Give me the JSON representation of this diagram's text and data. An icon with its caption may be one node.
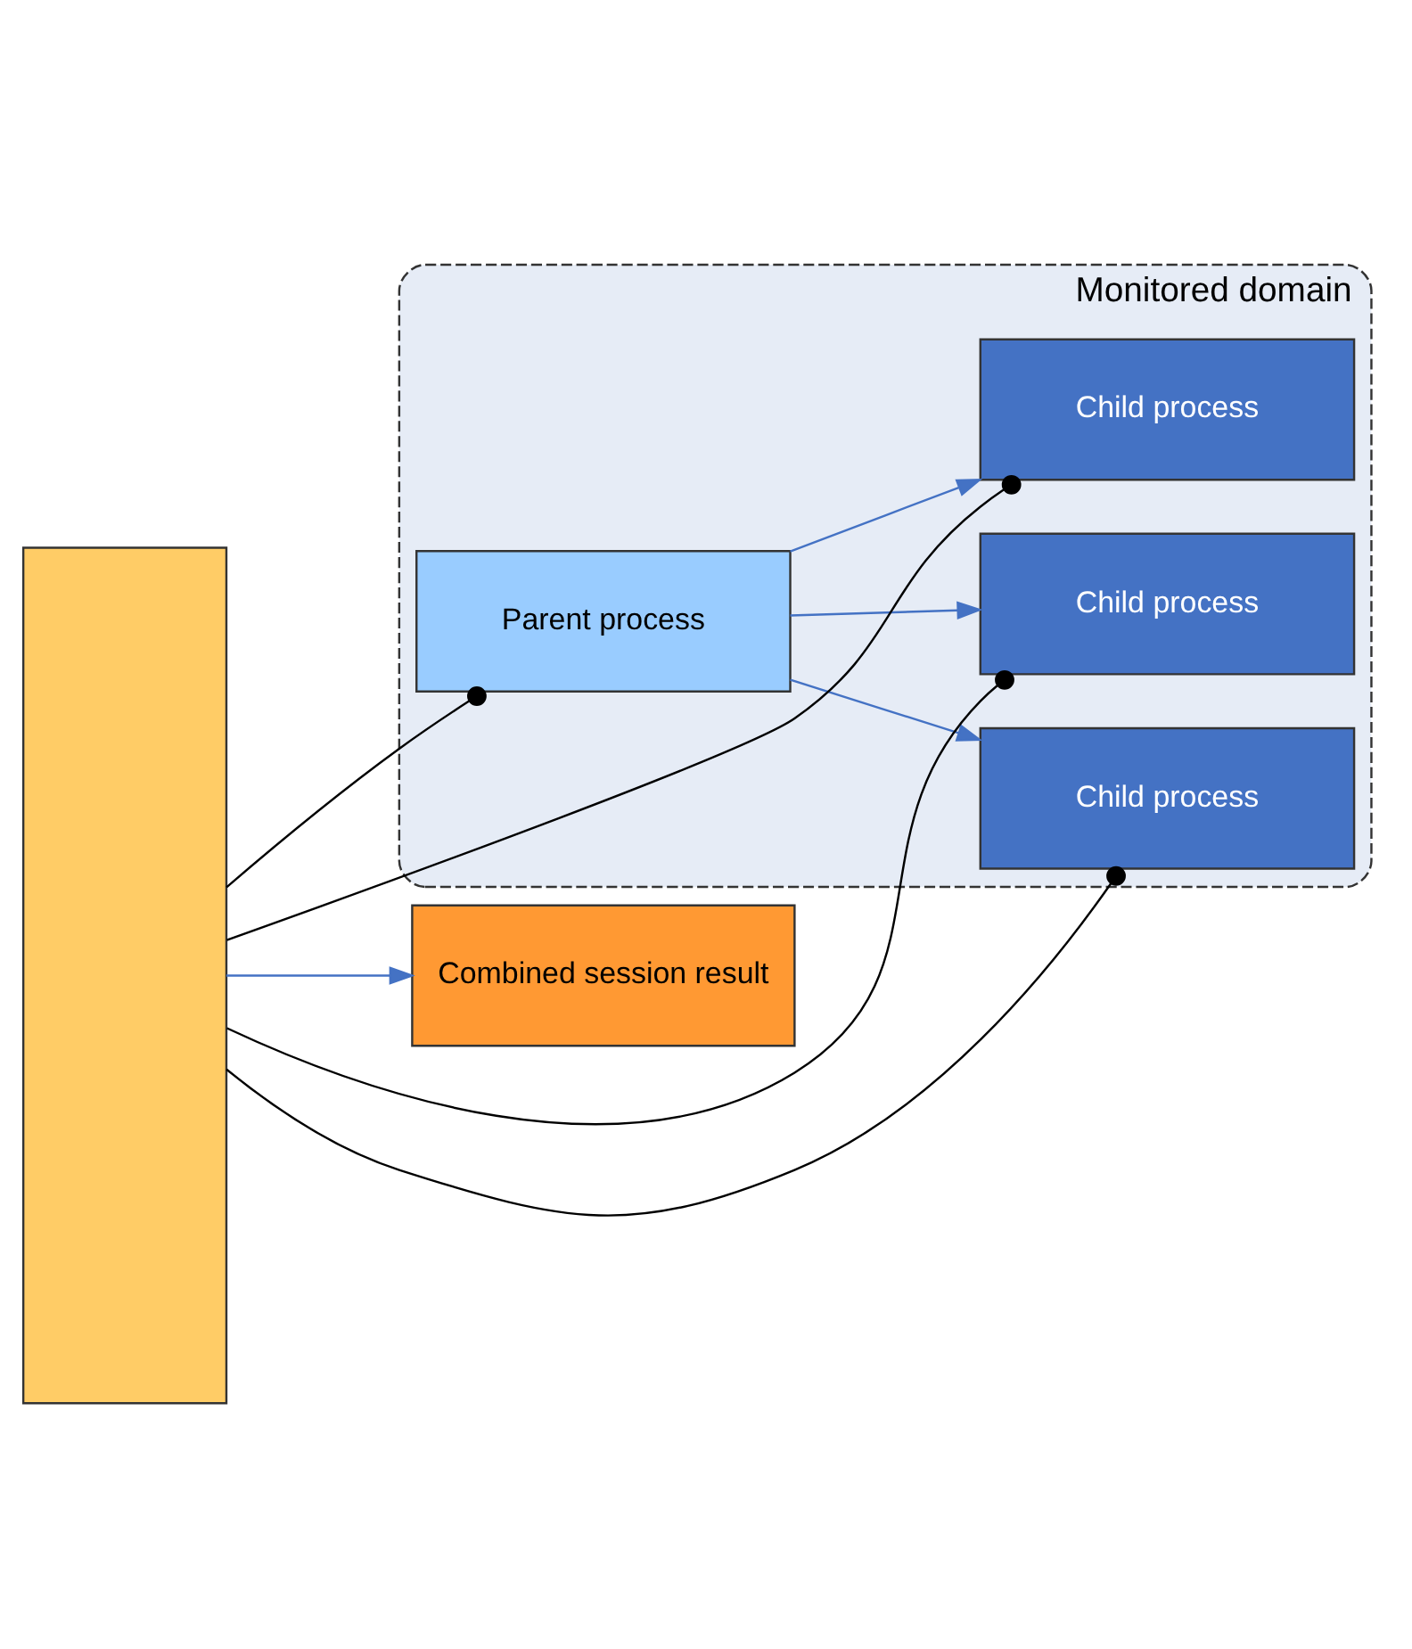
{
  "diagram": {
    "nodes": [
      {
        "text": [
          "Monitored domain"
        ]
      },
      {
        "text": [
          "Parent process"
        ],
        "in": 0
      },
      {
        "text": [
          "Child process"
        ],
        "in": 0
      },
      {
        "text": [
          "Child process"
        ],
        "in": 0
      },
      {
        "text": [
          "Child process"
        ],
        "in": 0
      },
      {
        "text": [],
        "shape": "box"
      },
      {
        "text": [
          "Combined session result"
        ]
      }
    ],
    "edges": [
      {
        "from": 5,
        "to": 1,
        "arrow": "other",
        "color": "#000000"
      },
      {
        "from": 5,
        "to": 2,
        "arrow": "other",
        "color": "#000000"
      },
      {
        "from": 5,
        "to": 3,
        "arrow": "other",
        "color": "#000000"
      },
      {
        "from": 5,
        "to": 4,
        "arrow": "other",
        "color": "#000000"
      },
      {
        "from": 1,
        "to": 2,
        "arrow": "to",
        "color": "#4472c4"
      },
      {
        "from": 1,
        "to": 3,
        "arrow": "to",
        "color": "#4472c4"
      },
      {
        "from": 1,
        "to": 4,
        "arrow": "to",
        "color": "#4472c4"
      },
      {
        "from": 5,
        "to": 6,
        "arrow": "to",
        "color": "#4472c4"
      }
    ]
  }
}
